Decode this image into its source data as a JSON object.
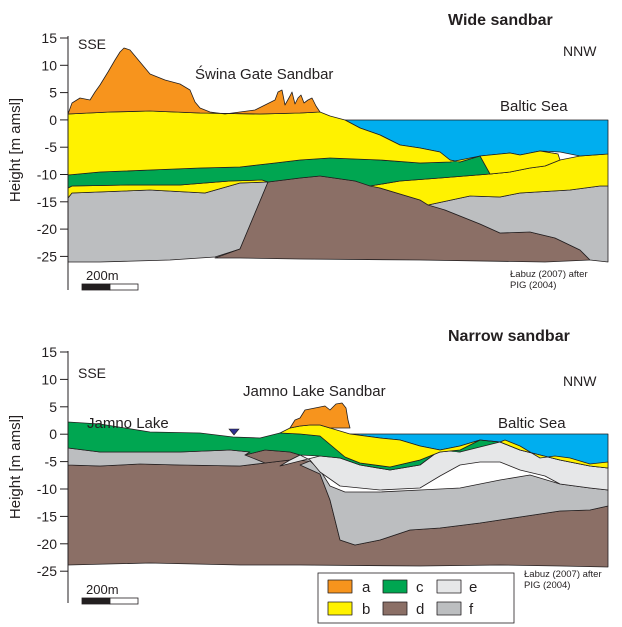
{
  "colors": {
    "a": "#f7941d",
    "b": "#fff200",
    "c": "#00a651",
    "d": "#8b6f66",
    "e": "#e6e7e8",
    "f": "#bcbec0",
    "sea": "#00aeef",
    "line": "#231f20"
  },
  "ylabel": "Height [m amsl]",
  "yticks": [
    "15",
    "10",
    "5",
    "0",
    "-5",
    "-10",
    "-15",
    "-20",
    "-25"
  ],
  "scale_label": "200m",
  "source_line1": "Łabuz (2007) after",
  "source_line2": "PIG (2004)",
  "panels": [
    {
      "title": "Wide sandbar",
      "left_dir": "SSE",
      "right_dir": "NNW",
      "landform": "Świna Gate Sandbar",
      "sea": "Baltic Sea"
    },
    {
      "title": "Narrow sandbar",
      "left_dir": "SSE",
      "right_dir": "NNW",
      "landform": "Jamno Lake Sandbar",
      "lake": "Jamno Lake",
      "sea": "Baltic Sea",
      "marker_icon": "water-level-triangle-icon"
    }
  ],
  "legend": [
    {
      "key": "a",
      "label": "a"
    },
    {
      "key": "b",
      "label": "b"
    },
    {
      "key": "c",
      "label": "c"
    },
    {
      "key": "d",
      "label": "d"
    },
    {
      "key": "e",
      "label": "e"
    },
    {
      "key": "f",
      "label": "f"
    }
  ]
}
